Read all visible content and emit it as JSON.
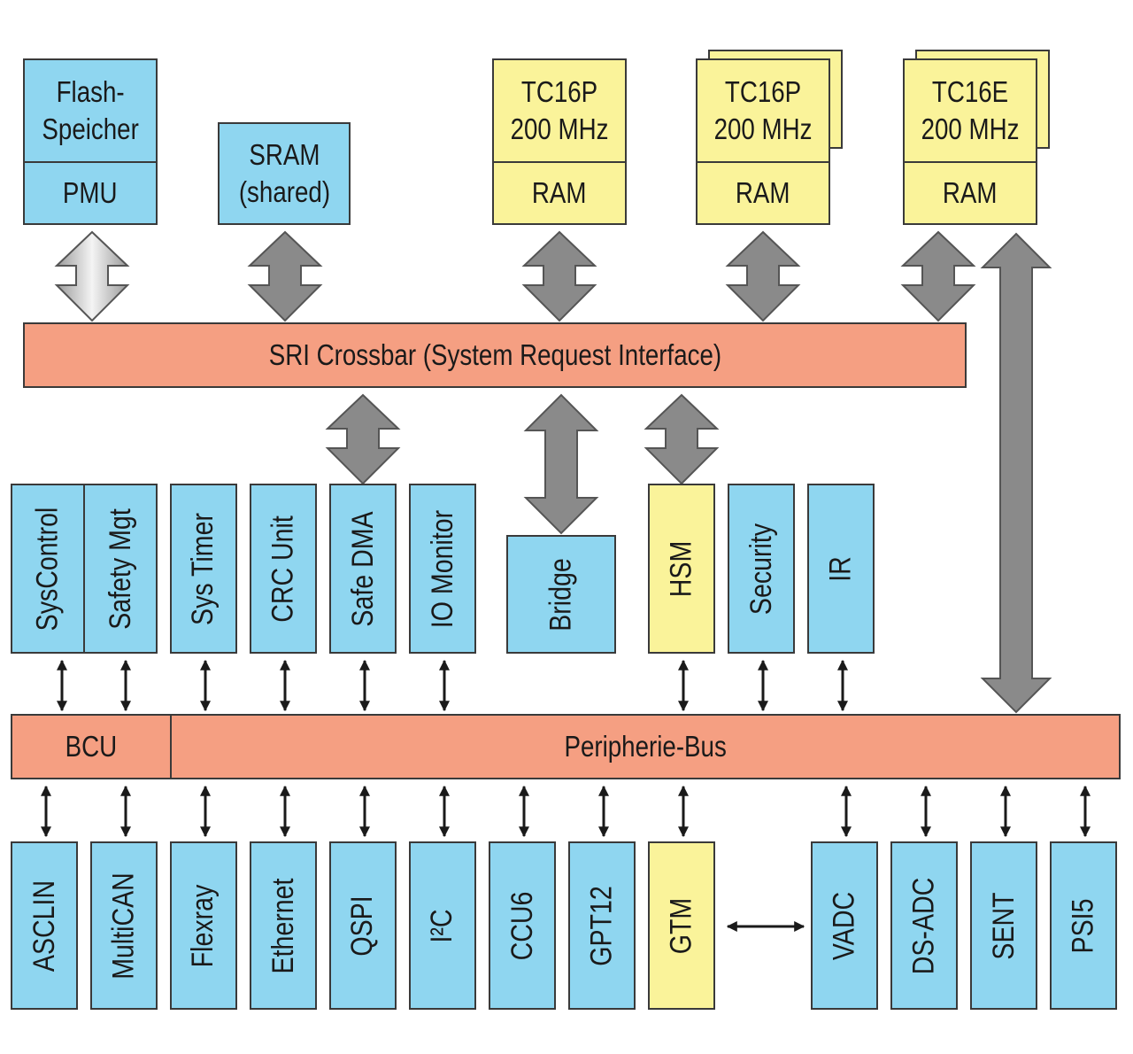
{
  "memory": {
    "flash": "Flash-\nSpeicher",
    "pmu": "PMU",
    "sram": "SRAM\n(shared)",
    "cores": [
      {
        "name": "TC16P\n200 MHz",
        "ram": "RAM"
      },
      {
        "name": "TC16P\n200 MHz",
        "ram": "RAM"
      },
      {
        "name": "TC16E\n200 MHz",
        "ram": "RAM"
      }
    ]
  },
  "sri": "SRI Crossbar (System Request Interface)",
  "mid_modules": [
    "SysControl",
    "Safety Mgt",
    "Sys Timer",
    "CRC Unit",
    "Safe DMA",
    "IO Monitor",
    "Bridge",
    "HSM",
    "Security",
    "IR"
  ],
  "bcu": "BCU",
  "periph_bus": "Peripherie-Bus",
  "peripherals": [
    "ASCLIN",
    "MultiCAN",
    "Flexray",
    "Ethernet",
    "QSPI",
    "I²C",
    "CCU6",
    "GPT12",
    "GTM",
    "VADC",
    "DS-ADC",
    "SENT",
    "PSI5"
  ],
  "colors": {
    "module": "#8fd6f0",
    "core": "#faf39a",
    "bus": "#f59f82",
    "arrow": "#8a8a8a"
  }
}
